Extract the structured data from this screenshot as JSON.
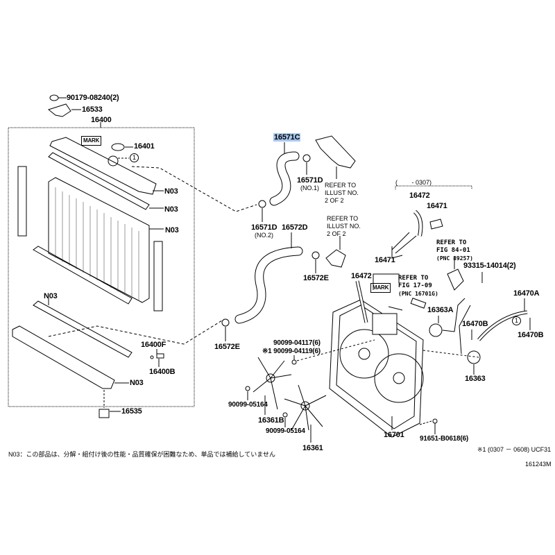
{
  "title": "Radiator & Water Outlet parts diagram",
  "highlight_color": "#a8c8f0",
  "labels": {
    "bolt_90179": "90179-08240(2)",
    "p16533": "16533",
    "p16400": "16400",
    "mark1": "MARK",
    "p16401": "16401",
    "circle1": "1",
    "n03_a": "N03",
    "n03_b": "N03",
    "n03_c": "N03",
    "n03_d": "N03",
    "n03_e": "N03",
    "p16571C": "16571C",
    "p16571D_1": "16571D",
    "no1": "(NO.1)",
    "p16571D_2": "16571D",
    "no2": "(NO.2)",
    "p16572D": "16572D",
    "p16572E_1": "16572E",
    "p16572E_2": "16572E",
    "p16400F": "16400F",
    "p16400B": "16400B",
    "p16535": "16535",
    "range_0307": "(　　 - 0307)",
    "p16472_a": "16472",
    "p16471_a": "16471",
    "p16471_b": "16471",
    "p16472_b": "16472",
    "mark2": "MARK",
    "p16470A": "16470A",
    "p16363A": "16363A",
    "p16470B_1": "16470B",
    "p16470B_2": "16470B",
    "p16363": "16363",
    "bolt_93315": "93315-14014(2)",
    "bolt_90099_04117": "90099-04117(6)",
    "bolt_90099_04119": "※1 90099-04119(6)",
    "nut_05164_a": "90099-05164",
    "nut_05164_b": "90099-05164",
    "p16361B": "16361B",
    "p16361": "16361",
    "p16701": "16701",
    "bolt_91651": "91651-B0618(6)",
    "circle2": "1"
  },
  "refers": {
    "illust_a": [
      "REFER TO",
      "ILLUST NO.",
      "2 OF 2"
    ],
    "illust_b": [
      "REFER TO",
      "ILLUST NO.",
      "2 OF 2"
    ],
    "fig84": [
      "REFER TO",
      "FIG 84-01",
      "(PNC 89257)"
    ],
    "fig17": [
      "REFER TO",
      "FIG 17-09",
      "(PNC 16701G)"
    ]
  },
  "footer": {
    "note": "N03：この部品は、分解・組付け後の性能・品質確保が困難なため、単品では補給していません",
    "applicability": "※1 (0307 － 0608) UCF31",
    "figure_code": "161243M"
  }
}
